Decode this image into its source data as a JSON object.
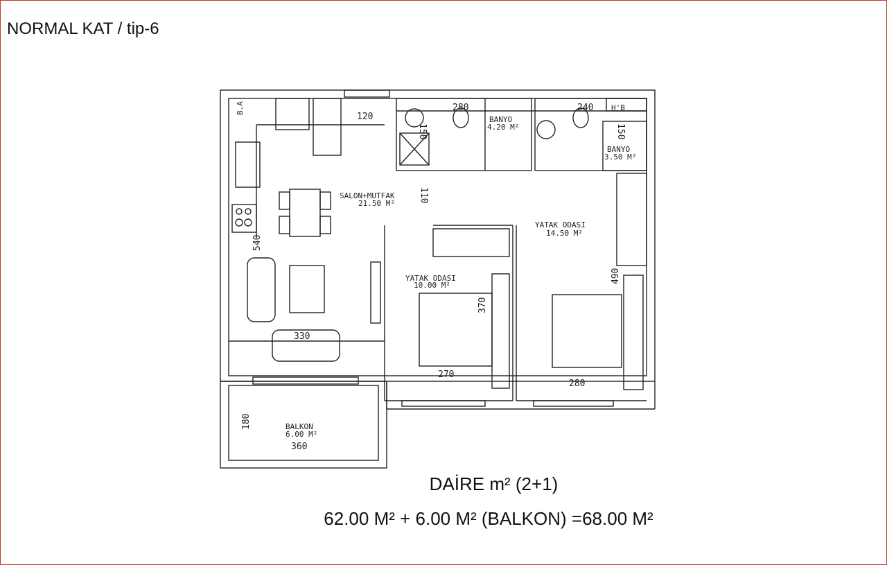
{
  "title": "NORMAL KAT / tip-6",
  "plan": {
    "rooms": [
      {
        "name": "SALON+MUTFAK",
        "area": "21.50 M²"
      },
      {
        "name": "BANYO",
        "area": "4.20 M²"
      },
      {
        "name": "BANYO",
        "area": "3.50 M²"
      },
      {
        "name": "YATAK ODASI",
        "area": "14.50 M²"
      },
      {
        "name": "YATAK ODASI",
        "area": "10.00 M²"
      },
      {
        "name": "BALKON",
        "area": "6.00 M²"
      }
    ],
    "labels": {
      "ba": "B.A",
      "hb": "H'B"
    },
    "dims": [
      "120",
      "150",
      "110",
      "280",
      "240",
      "150",
      "540",
      "490",
      "370",
      "330",
      "270",
      "280",
      "180",
      "360"
    ]
  },
  "summary": {
    "type_line": "DAİRE m² (2+1)",
    "area_line": "62.00 M² + 6.00 M² (BALKON) =68.00 M²"
  }
}
